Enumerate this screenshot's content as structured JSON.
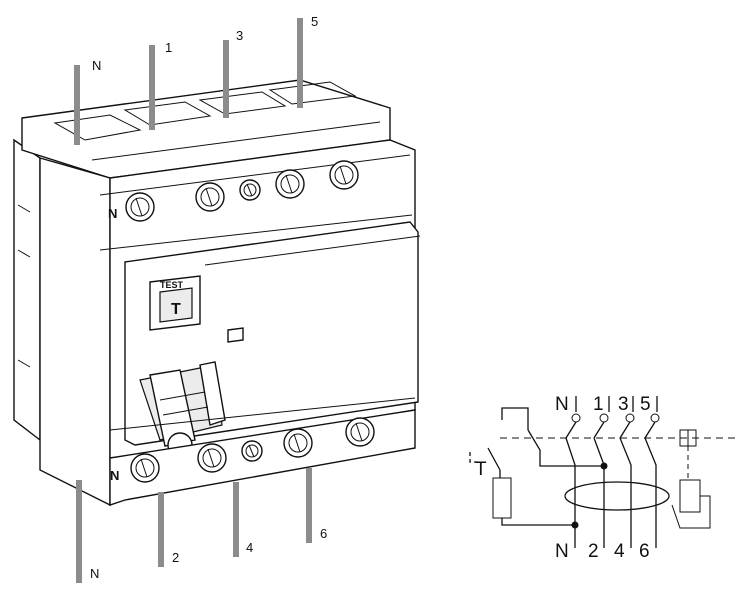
{
  "device": {
    "top_terminals": [
      "N",
      "1",
      "3",
      "5"
    ],
    "bottom_terminals": [
      "N",
      "2",
      "4",
      "6"
    ],
    "body_label_top": "N",
    "body_label_bottom": "N",
    "test_label": "TEST",
    "test_button": "T"
  },
  "schematic": {
    "top_labels": [
      "N",
      "1",
      "3",
      "5"
    ],
    "bottom_labels": [
      "N",
      "2",
      "4",
      "6"
    ],
    "test_label": "T"
  }
}
